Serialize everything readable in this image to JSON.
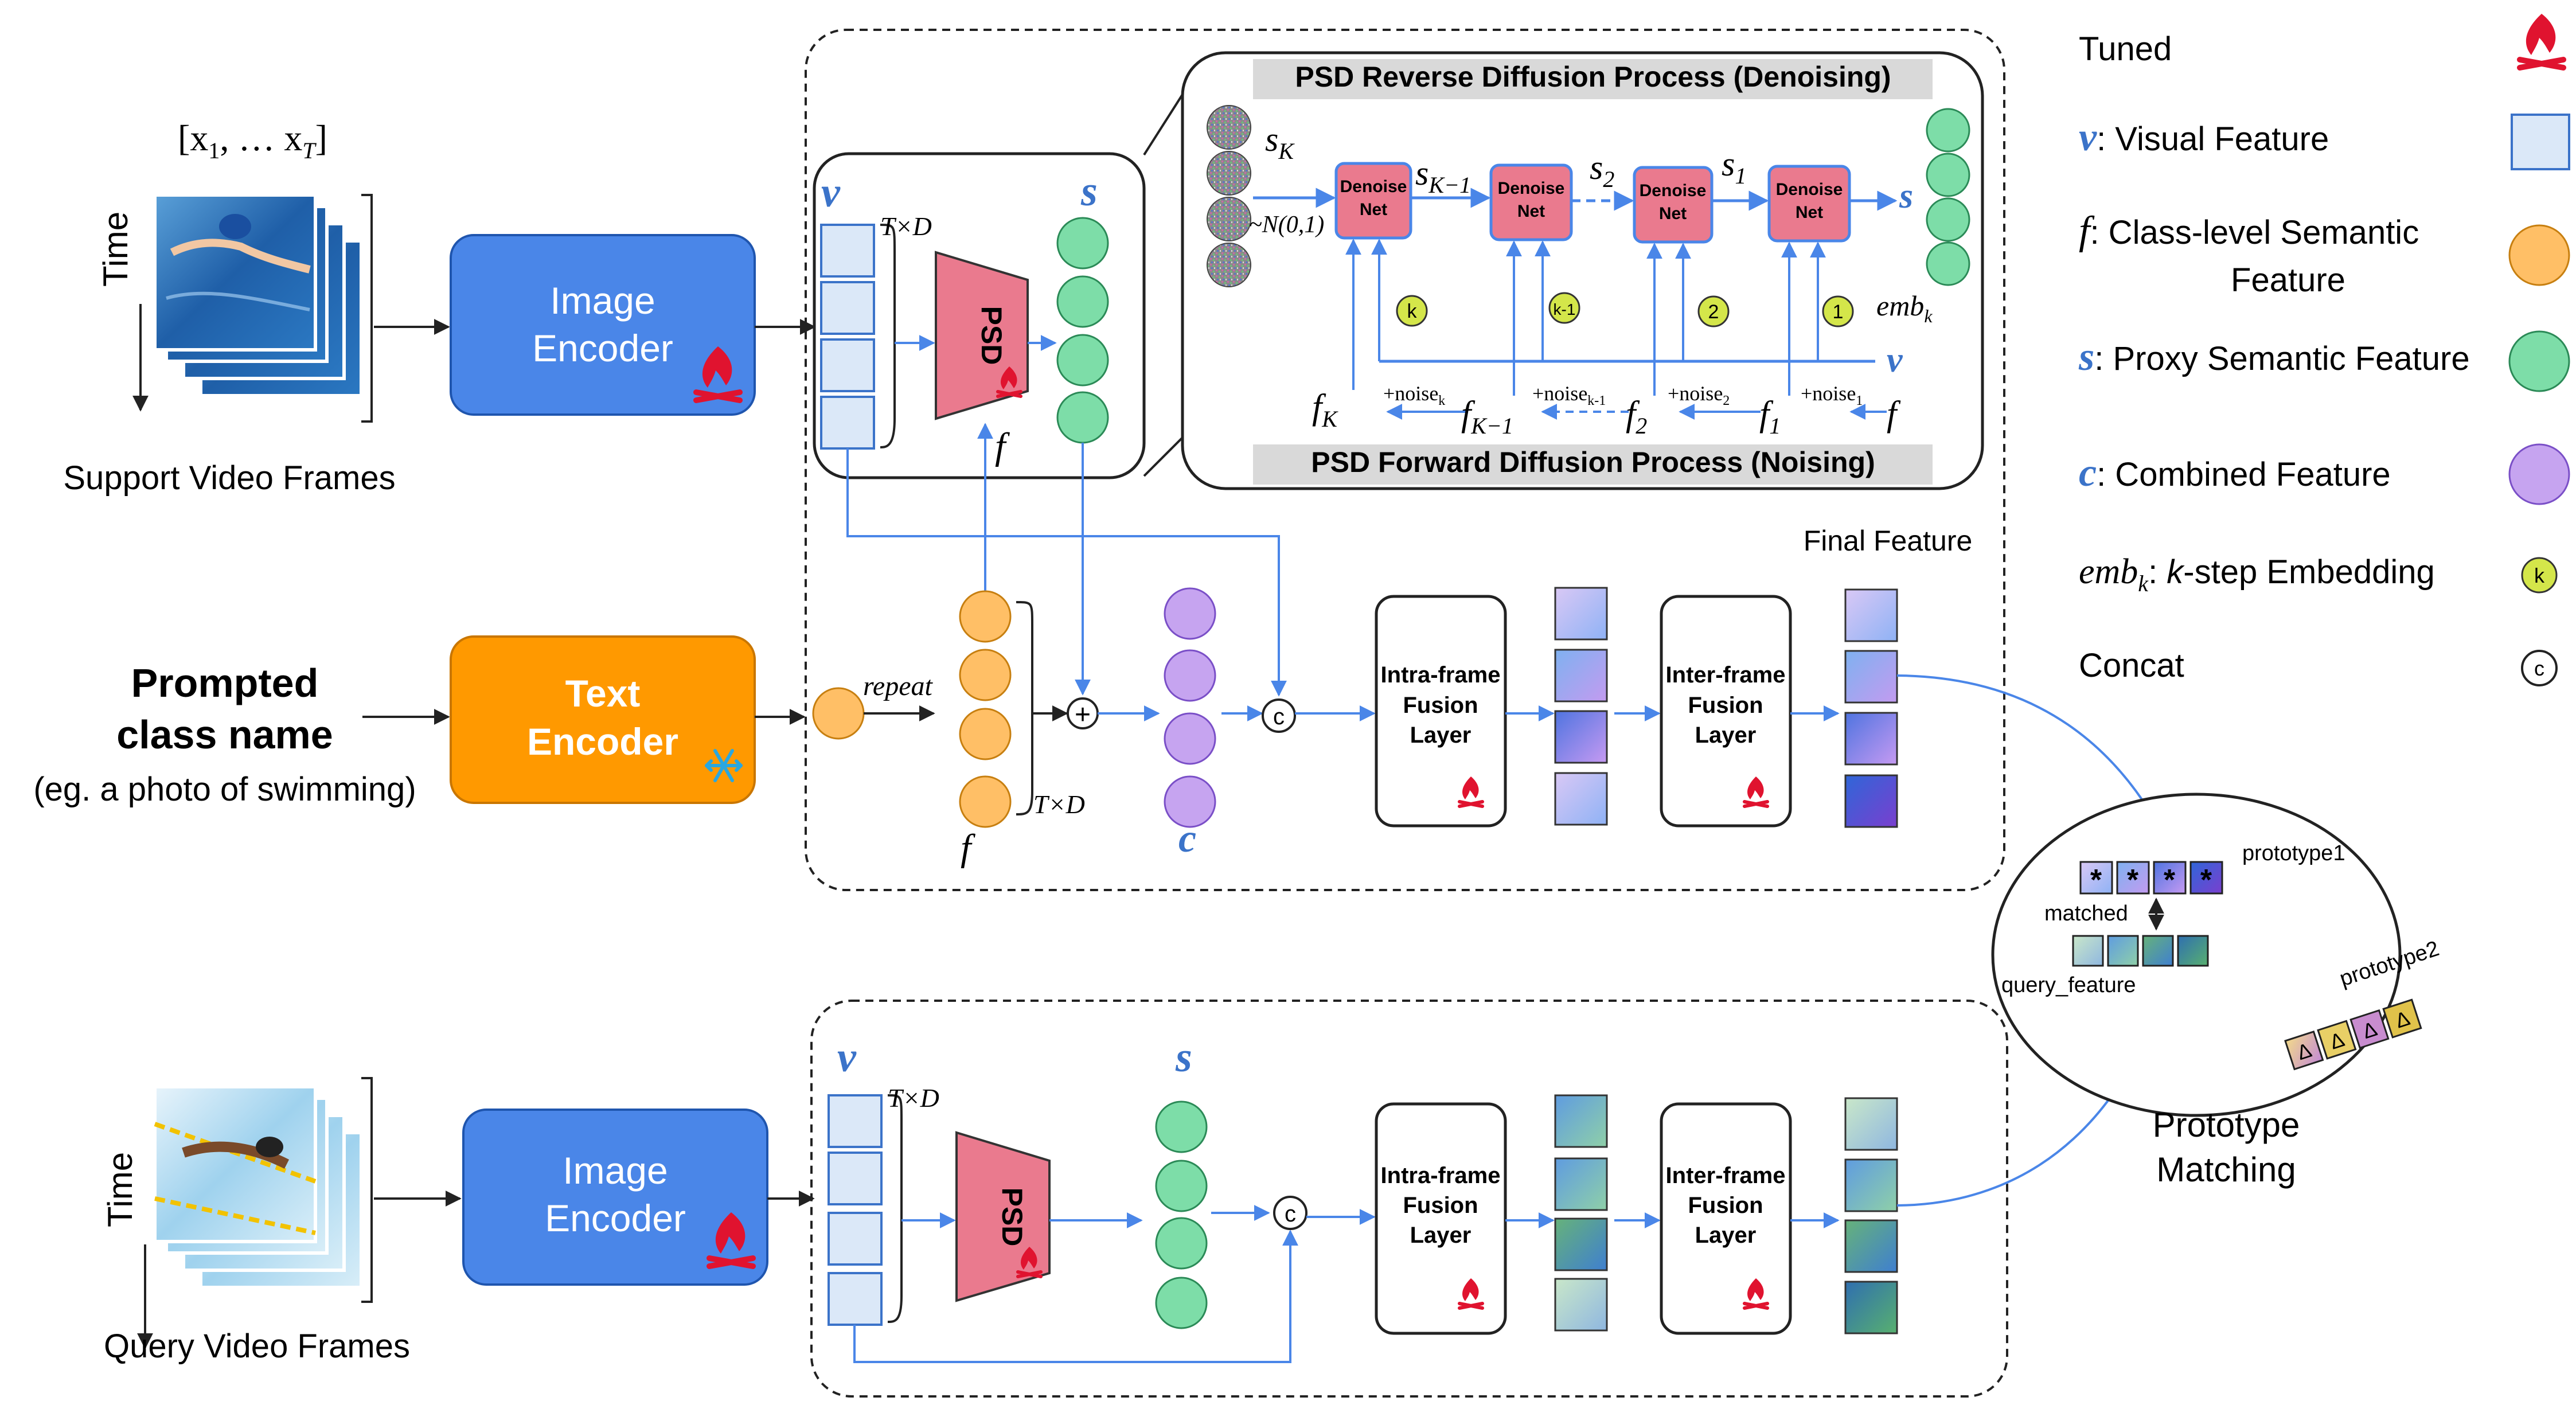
{
  "support": {
    "seq_label": "[x",
    "seq_sub1": "1",
    "seq_mid": ", … x",
    "seq_subT": "T",
    "seq_end": "]",
    "time_label": "Time",
    "caption": "Support Video Frames",
    "encoder": [
      "Image",
      "Encoder"
    ]
  },
  "query": {
    "time_label": "Time",
    "caption": "Query Video Frames",
    "encoder": [
      "Image",
      "Encoder"
    ]
  },
  "text_branch": {
    "prompt_line1": "Prompted",
    "prompt_line2": "class name",
    "prompt_line3": "(eg. a photo of swimming)",
    "encoder": [
      "Text",
      "Encoder"
    ],
    "repeat": "repeat"
  },
  "symbols": {
    "v": "v",
    "s": "s",
    "f": "f",
    "c": "c",
    "TxD": "T×D",
    "psd": "PSD",
    "plus": "+",
    "concat": "c"
  },
  "diffusion": {
    "reverse_title": "PSD Reverse Diffusion Process (Denoising)",
    "forward_title": "PSD Forward Diffusion Process (Noising)",
    "denoise": [
      "Denoise",
      "Net"
    ],
    "s_labels": [
      "s",
      "s",
      "s",
      "s",
      "s"
    ],
    "s_subs": [
      "K",
      "K−1",
      "2",
      "1",
      ""
    ],
    "noise_dist": "~N(0,1)",
    "f_labels": [
      "f",
      "f",
      "f",
      "f",
      "f"
    ],
    "f_subs": [
      "K",
      "K−1",
      "2",
      "1",
      ""
    ],
    "noise_prefix": "+noise",
    "noise_subs": [
      "k",
      "k-1",
      "2",
      "1"
    ],
    "step_badges": [
      "k",
      "k-1",
      "2",
      "1"
    ],
    "emb": "emb",
    "emb_sub": "k",
    "v_label": "v"
  },
  "fusion": {
    "intra": [
      "Intra-frame",
      "Fusion",
      "Layer"
    ],
    "inter": [
      "Inter-frame",
      "Fusion",
      "Layer"
    ],
    "final_feature": "Final Feature"
  },
  "matching": {
    "prototype1": "prototype1",
    "prototype2": "prototype2",
    "matched": "matched",
    "query_feature": "query_feature",
    "title": [
      "Prototype",
      "Matching"
    ],
    "star": "*",
    "delta": "Δ"
  },
  "legend": {
    "tuned": "Tuned",
    "visual_sym": "v",
    "visual": ": Visual Feature",
    "class_sym": "f",
    "class_line1": ": Class-level Semantic",
    "class_line2": "Feature",
    "proxy_sym": "s",
    "proxy": ": Proxy Semantic Feature",
    "combined_sym": "c",
    "combined": ": Combined Feature",
    "emb_sym": "emb",
    "emb_sub": "k",
    "emb_colon": ": ",
    "emb_k": "k",
    "emb_text": "-step Embedding",
    "emb_badge": "k",
    "concat": "Concat",
    "concat_badge": "c"
  },
  "colors": {
    "blue_box": "#4a86e8",
    "text_encoder": "#ff9900",
    "psd": "#ea7a8e",
    "orange_circle": "#ffbf66",
    "green_circle": "#7ddda8",
    "purple_circle": "#c6a4f0",
    "feature_square": "#dbe8f8",
    "badge": "#d4e64a",
    "flame": "#e0132f",
    "arrow": "#4a86e8",
    "accent_text": "#3b73c9"
  }
}
